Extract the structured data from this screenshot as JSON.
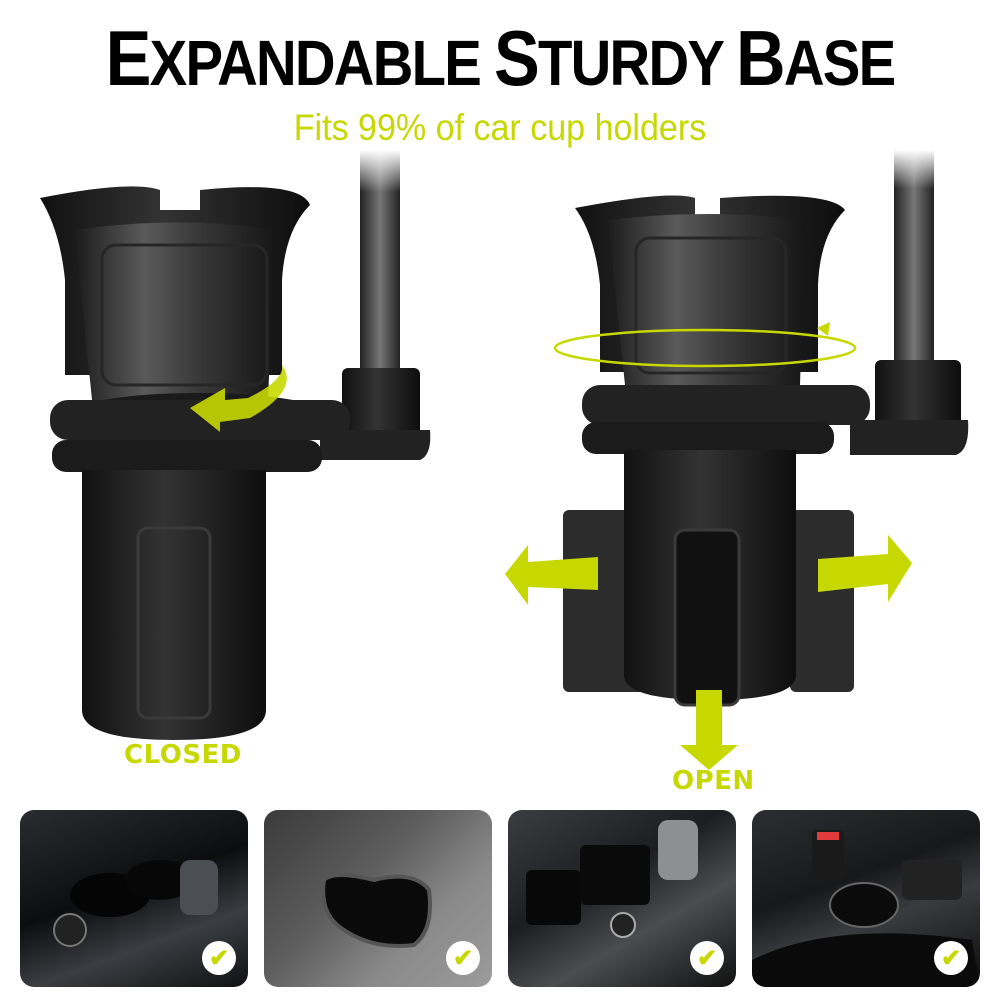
{
  "header": {
    "title_words": [
      {
        "first": "E",
        "rest": "XPANDABLE"
      },
      {
        "first": "S",
        "rest": "TURDY"
      },
      {
        "first": "B",
        "rest": "ASE"
      }
    ],
    "title_full": "Expandable Sturdy Base",
    "subtitle": "Fits 99% of car cup holders"
  },
  "products": [
    {
      "state": "closed",
      "label": "CLOSED",
      "annotation": "rotate-arrow"
    },
    {
      "state": "open",
      "label": "OPEN",
      "annotations": [
        "rotate-ring-arrow",
        "expand-left-arrow",
        "expand-right-arrow",
        "expand-down-arrow"
      ]
    }
  ],
  "compatible_vehicles": [
    {
      "scene": "dark-console-double-cupholder-gear-selector",
      "badge": "check"
    },
    {
      "scene": "grey-console-figure-eight-cupholder",
      "badge": "check"
    },
    {
      "scene": "console-gear-shifter-square-cupholders",
      "badge": "check"
    },
    {
      "scene": "console-seatbelt-buckle-round-cupholder",
      "badge": "check"
    }
  ],
  "colors": {
    "accent": "#c6d800",
    "title": "#000000",
    "background": "#ffffff",
    "product": "#2a2a2a"
  }
}
